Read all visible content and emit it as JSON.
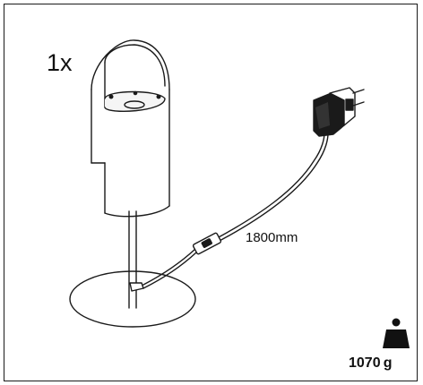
{
  "quantity_label": "1x",
  "cable_length_label": "1800mm",
  "weight_label": "1070 g",
  "icons": {
    "weight": "weight-icon",
    "lamp": "table-lamp-illustration",
    "adapter": "power-adapter-icon"
  },
  "colors": {
    "line": "#1a1a1a",
    "fill": "#ffffff",
    "icon": "#111111"
  }
}
